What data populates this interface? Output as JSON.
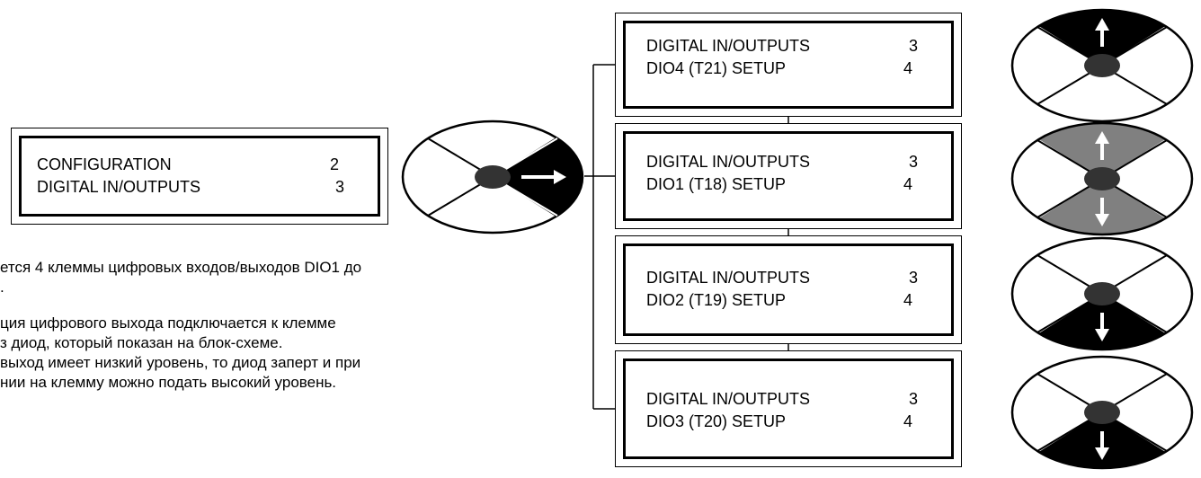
{
  "config_panel": {
    "line1": "CONFIGURATION",
    "level1": "2",
    "line2": "DIGITAL IN/OUTPUTS",
    "level2": "3"
  },
  "menu_panels": [
    {
      "line1": "DIGITAL IN/OUTPUTS",
      "level1": "3",
      "line2": "DIO4 (T21) SETUP",
      "level2": "4"
    },
    {
      "line1": "DIGITAL IN/OUTPUTS",
      "level1": "3",
      "line2": "DIO1 (T18) SETUP",
      "level2": "4"
    },
    {
      "line1": "DIGITAL IN/OUTPUTS",
      "level1": "3",
      "line2": "DIO2 (T19) SETUP",
      "level2": "4"
    },
    {
      "line1": "DIGITAL IN/OUTPUTS",
      "level1": "3",
      "line2": "DIO3 (T20) SETUP",
      "level2": "4"
    }
  ],
  "keypads": [
    {
      "key": "right-arrow",
      "filled": [
        "right"
      ],
      "fill_color": "#000000"
    },
    {
      "key": "up-arrow",
      "filled": [
        "top"
      ],
      "fill_color": "#000000"
    },
    {
      "key": "up-down-arrows",
      "filled": [
        "top",
        "bottom"
      ],
      "fill_color": "#808080"
    },
    {
      "key": "down-arrow",
      "filled": [
        "bottom"
      ],
      "fill_color": "#000000"
    },
    {
      "key": "down-arrow",
      "filled": [
        "bottom"
      ],
      "fill_color": "#000000"
    }
  ],
  "description": {
    "line1": "ется 4 клеммы цифровых входов/выходов DIO1 до",
    "line2": ".",
    "line3": "ция цифрового выхода подключается к клемме",
    "line4": "з диод, который показан на блок-схеме.",
    "line5": " выход имеет низкий уровень, то диод заперт и при",
    "line6": "нии на клемму можно подать высокий уровень."
  }
}
